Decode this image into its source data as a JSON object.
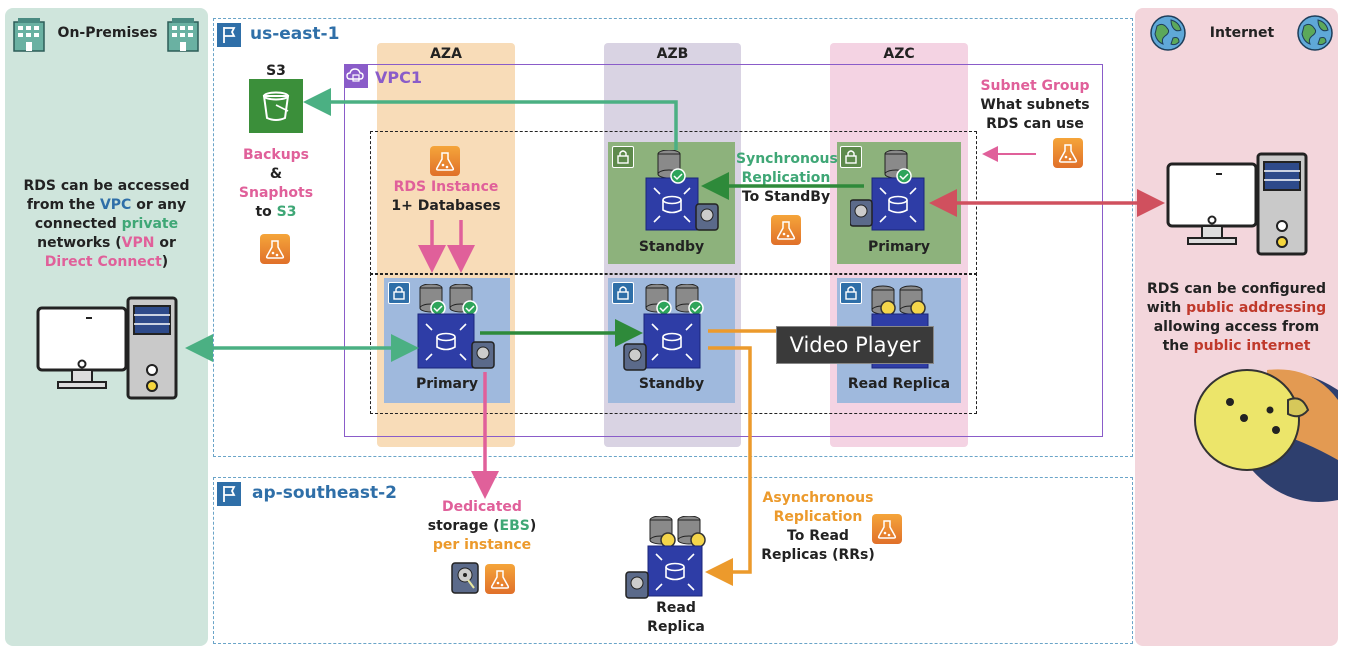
{
  "on_premises": {
    "title": "On-Premises",
    "desc_l1a": "RDS can be accessed",
    "desc_l2a": "from the ",
    "desc_l2b": "VPC",
    "desc_l2c": " or any",
    "desc_l3a": "connected ",
    "desc_l3b": "private",
    "desc_l4a": "networks (",
    "desc_l4b": "VPN",
    "desc_l4c": " or",
    "desc_l5a": "Direct Connect",
    "desc_l5b": ")"
  },
  "internet": {
    "title": "Internet",
    "desc_l1": "RDS can be configured",
    "desc_l2a": "with ",
    "desc_l2b": "public addressing",
    "desc_l3": "allowing access from",
    "desc_l4a": "the ",
    "desc_l4b": "public internet"
  },
  "regions": {
    "us_east": "us-east-1",
    "ap_southeast": "ap-southeast-2"
  },
  "vpc": "VPC1",
  "azs": {
    "a": "AZA",
    "b": "AZB",
    "c": "AZC"
  },
  "s3": {
    "label": "S3",
    "backups_l1": "Backups",
    "backups_l2": "&",
    "backups_l3": "Snaphots",
    "backups_l4a": "to ",
    "backups_l4b": "S3"
  },
  "rds_instance": {
    "l1": "RDS Instance",
    "l2": "1+ Databases"
  },
  "subnet_group": {
    "l1": "Subnet Group",
    "l2": "What subnets",
    "l3": "RDS can use"
  },
  "sync_rep": {
    "l1": "Synchronous",
    "l2": "Replication",
    "l3": "To StandBy"
  },
  "async_rep": {
    "l1": "Asynchronous",
    "l2": "Replication",
    "l3": "To Read",
    "l4": "Replicas (RRs)"
  },
  "storage": {
    "l1": "Dedicated",
    "l2a": "storage (",
    "l2b": "EBS",
    "l2c": ")",
    "l3": "per instance"
  },
  "instances": {
    "standby_top": "Standby",
    "primary_top": "Primary",
    "primary_bottom": "Primary",
    "standby_bottom": "Standby",
    "read_replica": "Read Replica",
    "rr_remote_l1": "Read",
    "rr_remote_l2": "Replica"
  },
  "video_overlay": "Video Player",
  "colors": {
    "onprem_bg": "#cfe5dc",
    "internet_bg": "#f3d6dc",
    "aza": "#f8dcb8",
    "azb": "#d9d3e3",
    "azc": "#f4d3e3",
    "subnet_green": "#8db27c",
    "subnet_blue": "#9fb9dd",
    "arrow_green": "#4bb083",
    "arrow_dark_green": "#2e8a3a",
    "arrow_pink": "#e0609a",
    "arrow_orange": "#ec9a2c",
    "arrow_red": "#d0505e"
  },
  "icons": [
    "building-icon",
    "globe-icon",
    "flag-icon",
    "vpc-icon",
    "lock-icon",
    "s3-bucket-icon",
    "rds-instance-icon",
    "database-icon",
    "ebs-disk-icon",
    "flask-icon",
    "desktop-computer-icon",
    "mascot-icon"
  ]
}
